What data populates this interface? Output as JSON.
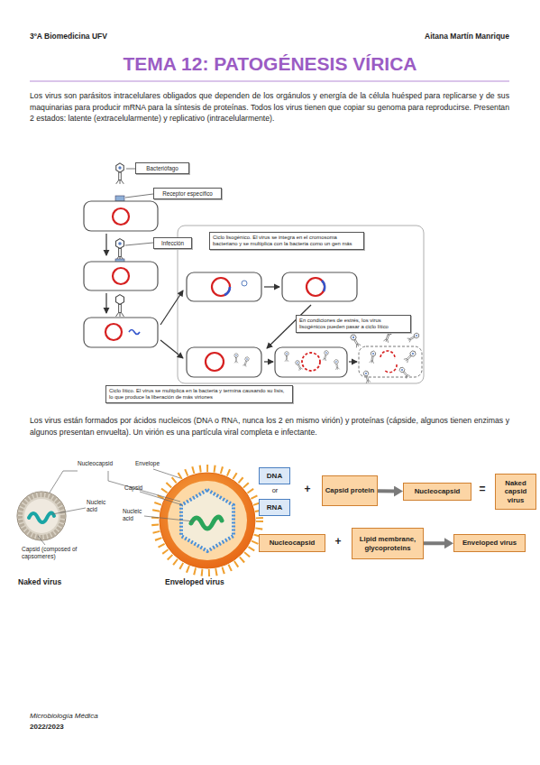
{
  "diagram": {
    "title": "TEMA 12: PATOGÉNESIS VÍRICA",
    "nodes": [
      {
        "text": [
          "Bacteriófago"
        ]
      },
      {
        "text": [
          "Receptor específico"
        ]
      },
      {
        "text": [
          "Ciclo lisogénico. El virus se integra en el cromosoma bacteriano y se multiplica con la bacteria como un gen más"
        ]
      },
      {
        "text": [
          "Infección"
        ]
      },
      {
        "text": [
          "En condiciones de estrés, los virus lisogénicos pueden pasar a ciclo lítico"
        ]
      },
      {
        "text": [
          "Ciclo lítico. El virus se multiplica en la bacteria y termina causando su lisis, lo que produce la liberación de más viriones"
        ]
      },
      {
        "text": [
          "DNA"
        ]
      },
      {
        "text": [
          "RNA"
        ]
      },
      {
        "text": [
          "Capsid protein"
        ]
      },
      {
        "text": [
          "Nucleocapsid"
        ]
      },
      {
        "text": [
          "Naked capsid virus"
        ]
      },
      {
        "text": [
          "Nucleocapsid"
        ]
      },
      {
        "text": [
          "Lipid membrane, glycoproteins"
        ]
      },
      {
        "text": [
          "Enveloped virus"
        ]
      }
    ],
    "edges": [
      {
        "from": 8,
        "to": 9,
        "arrow": "to"
      },
      {
        "from": 12,
        "to": 13,
        "arrow": "to"
      }
    ],
    "labels": [
      "3ºA Biomedicina UFV",
      "Aitana Martín Manrique",
      "Los virus son parásitos intracelulares obligados que dependen de los orgánulos y energía de la célula huésped para replicarse y de sus maquinarias para producir mRNA para la síntesis de proteínas. Todos los virus tienen que copiar su genoma para reproducirse. Presentan 2 estados: latente (extracelularmente) y replicativo (intracelularmente).",
      "Los virus están formados por ácidos nucleicos (DNA o RNA, nunca los 2 en mismo virión) y proteínas (cápside, algunos tienen enzimas y algunos presentan envuelta). Un virión es una partícula viral completa e infectante.",
      "Nucleocapsid",
      "Envelope",
      "Capsid",
      "Nucleic acid",
      "Nucleic acid",
      "Capsid (composed of capsomeres)",
      "Naked virus",
      "Enveloped virus",
      "or",
      "+",
      "=",
      "+",
      "Microbiología Médica",
      "2022/2023"
    ]
  }
}
